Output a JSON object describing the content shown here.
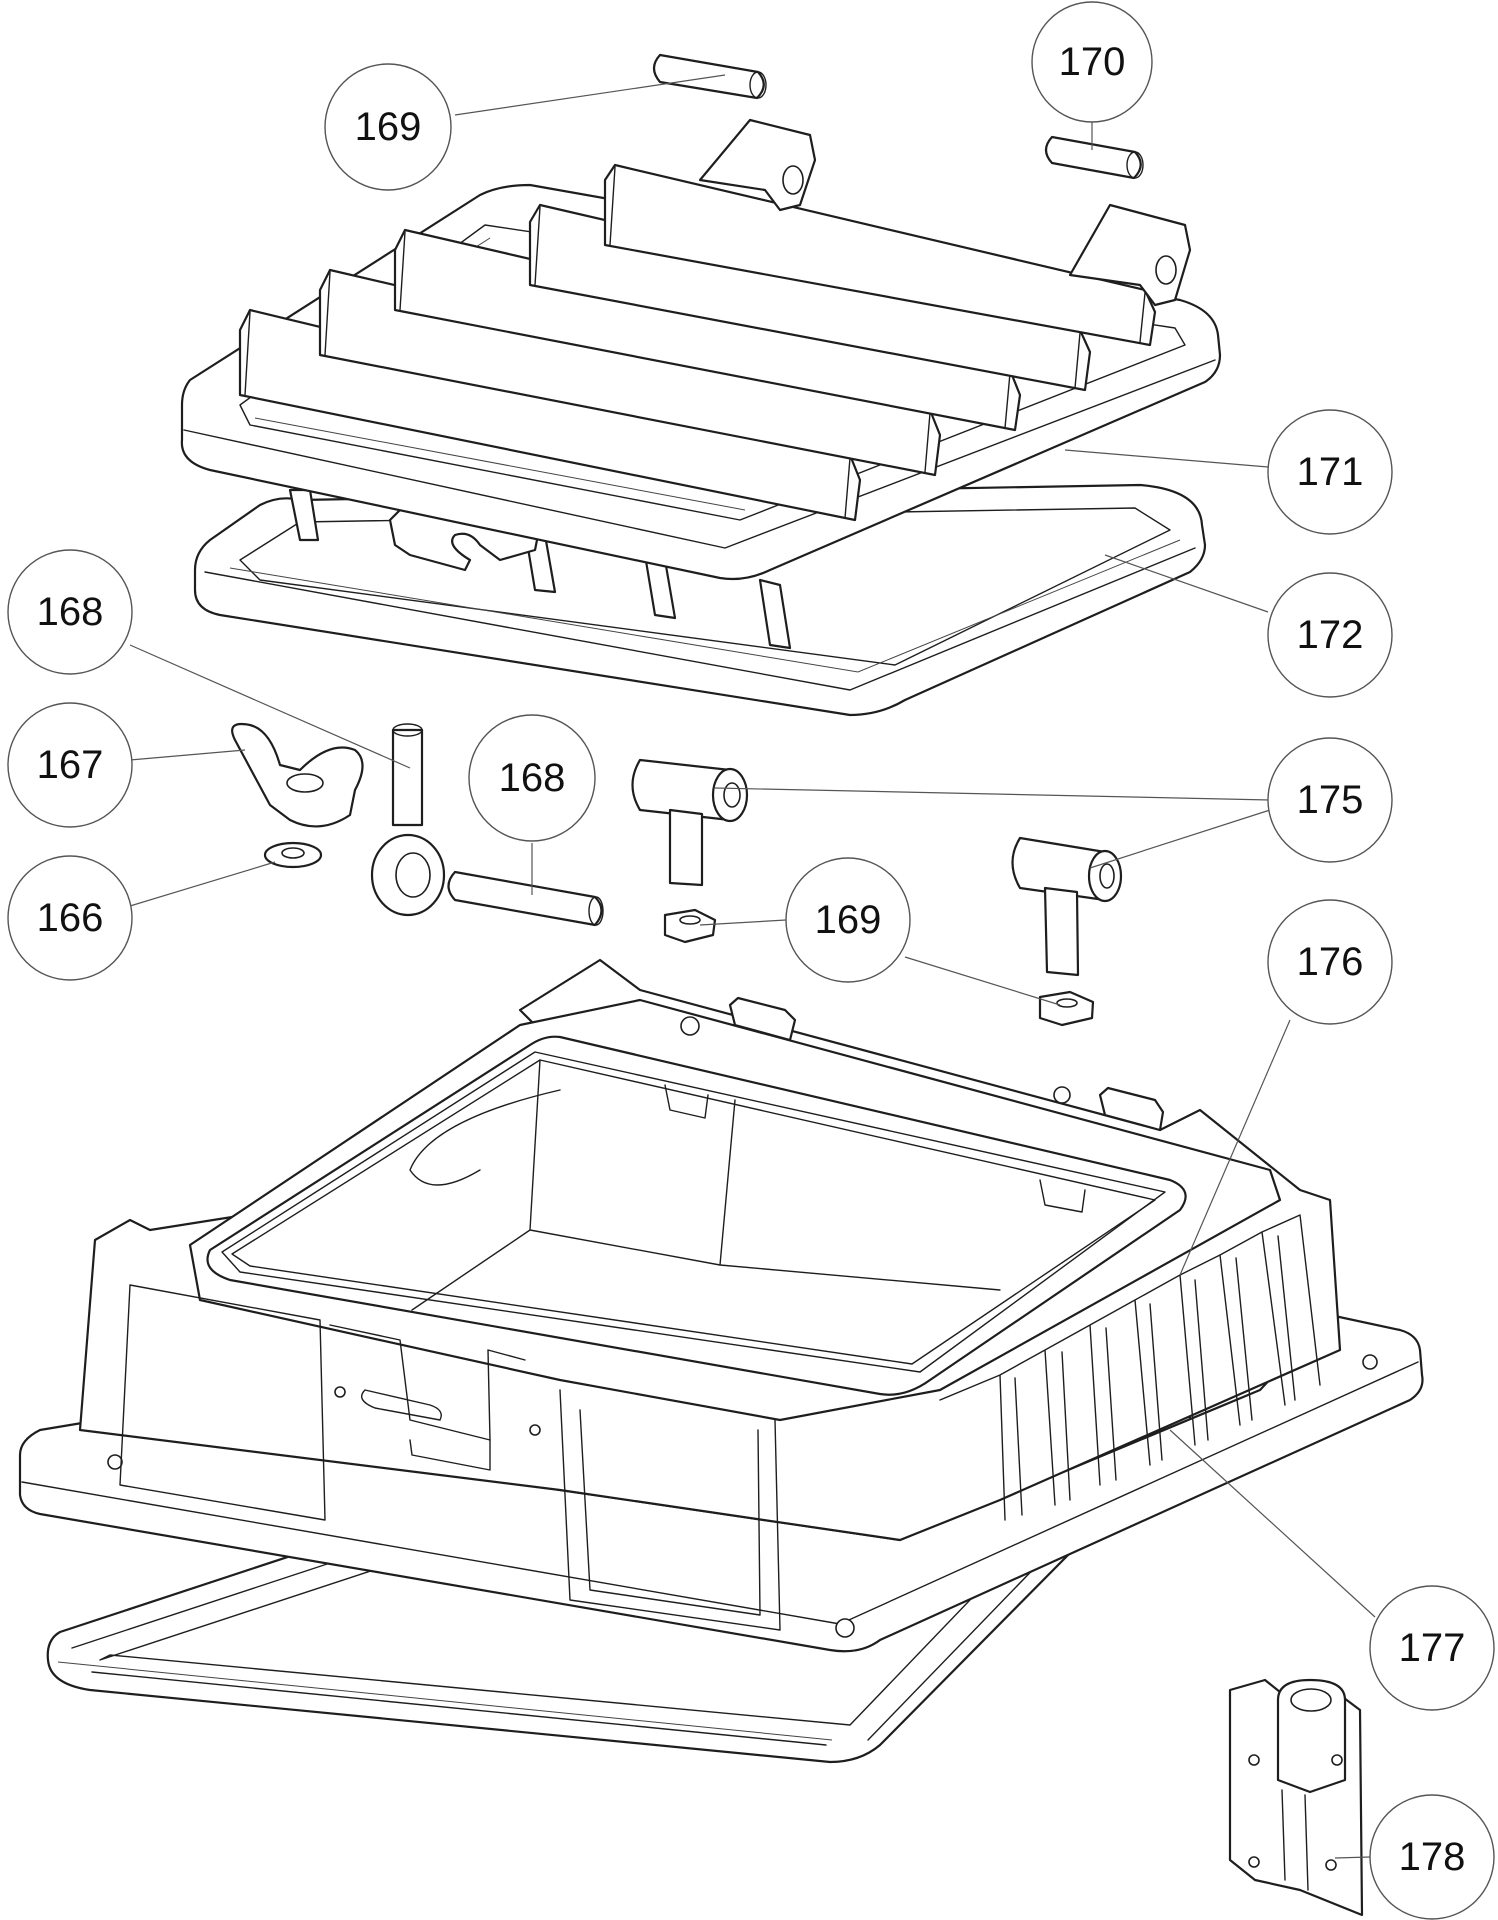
{
  "callouts": [
    {
      "id": "c169a",
      "label": "169"
    },
    {
      "id": "c170",
      "label": "170"
    },
    {
      "id": "c171",
      "label": "171"
    },
    {
      "id": "c172",
      "label": "172"
    },
    {
      "id": "c168a",
      "label": "168"
    },
    {
      "id": "c167",
      "label": "167"
    },
    {
      "id": "c168b",
      "label": "168"
    },
    {
      "id": "c175",
      "label": "175"
    },
    {
      "id": "c166",
      "label": "166"
    },
    {
      "id": "c169b",
      "label": "169"
    },
    {
      "id": "c176",
      "label": "176"
    },
    {
      "id": "c177",
      "label": "177"
    },
    {
      "id": "c178",
      "label": "178"
    }
  ]
}
